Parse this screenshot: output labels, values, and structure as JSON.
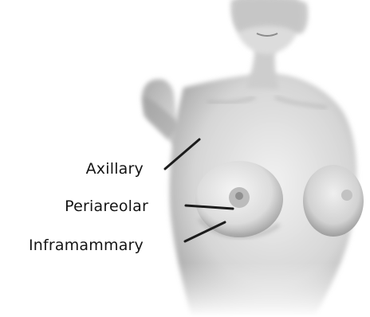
{
  "labels": {
    "axillary": "Axillary",
    "periareolar": "Periareolar",
    "inframammary": "Inframammary"
  },
  "colors": {
    "background": "#ffffff",
    "skin_shadow": "#8a8a8a",
    "skin_light": "#e6e6e6",
    "text": "#141414",
    "incision_line": "#1c1c1c"
  }
}
